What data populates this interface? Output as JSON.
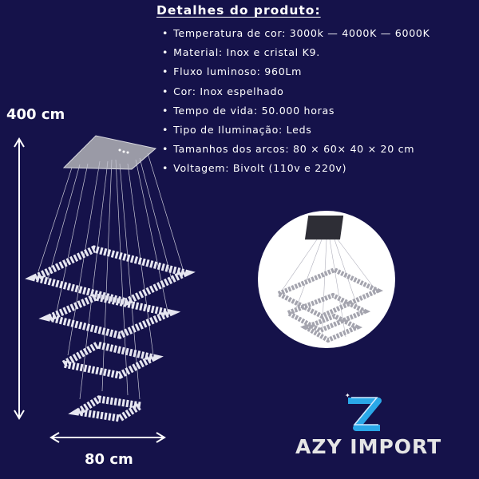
{
  "title": "Detalhes do produto:",
  "specs": [
    "Temperatura de cor: 3000k — 4000K — 6000K",
    "Material: Inox e cristal K9.",
    "Fluxo luminoso: 960Lm",
    "Cor: Inox espelhado",
    "Tempo de vida: 50.000 horas",
    "Tipo de Iluminação: Leds",
    "Tamanhos dos arcos: 80 × 60× 40 × 20 cm",
    "Voltagem: Bivolt (110v e 220v)"
  ],
  "dimensions": {
    "height": "400 cm",
    "width": "80 cm"
  },
  "brand": "AZY IMPORT",
  "colors": {
    "background": "#15124a",
    "text": "#ffffff",
    "logo_blue": "#2aa8e8"
  }
}
